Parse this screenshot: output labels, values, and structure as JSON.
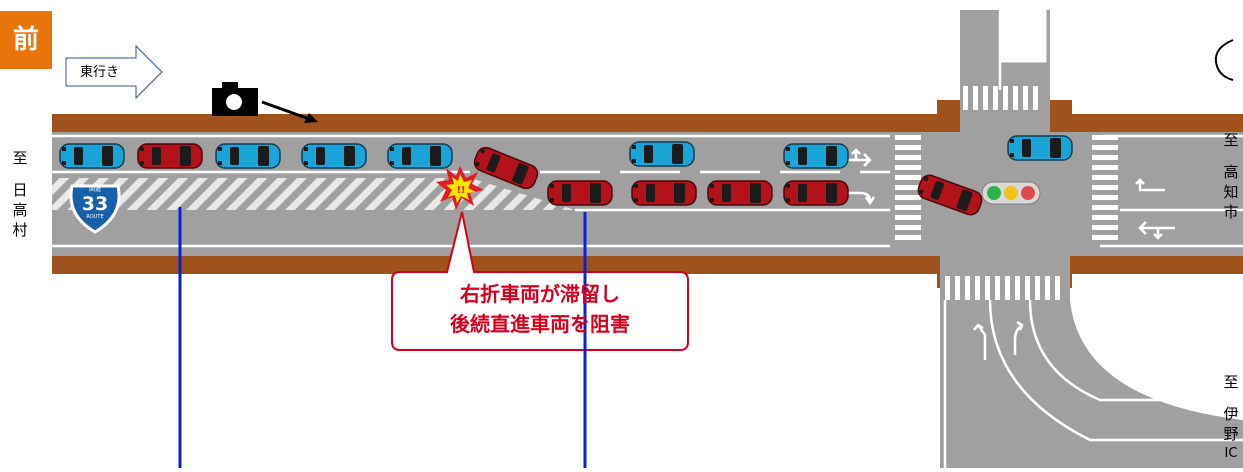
{
  "panel_tag": "前",
  "direction_label": "東行き",
  "left_destination": {
    "prefix": "至",
    "place": [
      "日",
      "高",
      "村"
    ]
  },
  "right_upper_destination": {
    "prefix": "至",
    "place": [
      "高",
      "知",
      "市"
    ]
  },
  "right_lower_destination": {
    "prefix": "至",
    "place": [
      "伊",
      "野",
      "IC"
    ]
  },
  "route_shield": {
    "number": "33",
    "top_text": "国道",
    "bottom_text": "ROUTE"
  },
  "callout": {
    "line1": "右折車両が滞留し",
    "line2": "後続直進車両を阻害"
  },
  "colors": {
    "road": "#a0a0a0",
    "curb": "#a0521d",
    "car_blue": "#1aa5d8",
    "car_red": "#b3121a",
    "accent": "#e8740c",
    "callout": "#d7001c",
    "marker_line": "#0a1fd6"
  }
}
